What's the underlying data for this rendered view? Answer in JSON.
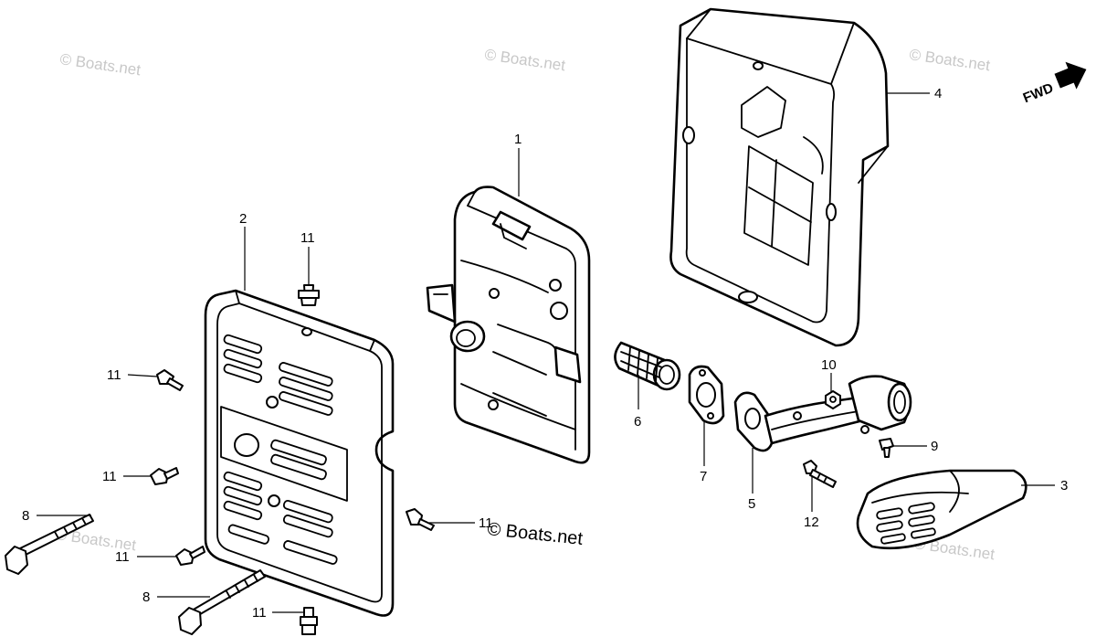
{
  "watermark": {
    "text": "© Boats.net",
    "main_text": "© Boats.net",
    "color": "#c8c8c8"
  },
  "direction_indicator": {
    "label": "FWD"
  },
  "callouts": [
    {
      "id": "c1",
      "label": "1"
    },
    {
      "id": "c2",
      "label": "2"
    },
    {
      "id": "c3",
      "label": "3"
    },
    {
      "id": "c4",
      "label": "4"
    },
    {
      "id": "c5",
      "label": "5"
    },
    {
      "id": "c6",
      "label": "6"
    },
    {
      "id": "c7",
      "label": "7"
    },
    {
      "id": "c8a",
      "label": "8"
    },
    {
      "id": "c8b",
      "label": "8"
    },
    {
      "id": "c9",
      "label": "9"
    },
    {
      "id": "c10",
      "label": "10"
    },
    {
      "id": "c11a",
      "label": "11"
    },
    {
      "id": "c11b",
      "label": "11"
    },
    {
      "id": "c11c",
      "label": "11"
    },
    {
      "id": "c11d",
      "label": "11"
    },
    {
      "id": "c11e",
      "label": "11"
    },
    {
      "id": "c11f",
      "label": "11"
    },
    {
      "id": "c12",
      "label": "12"
    }
  ]
}
